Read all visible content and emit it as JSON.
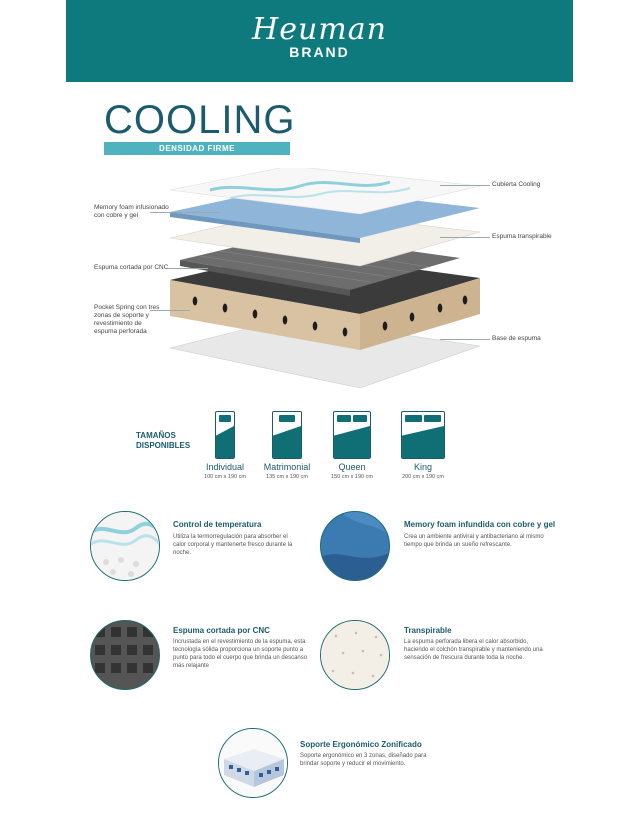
{
  "header": {
    "brand_script": "Heuman",
    "brand_word": "BRAND"
  },
  "title": "COOLING",
  "subtitle": "DENSIDAD FIRME",
  "colors": {
    "teal_dark": "#0f7a7e",
    "teal_light": "#4fb3bf",
    "text_dark": "#1b5b6d"
  },
  "layers": {
    "left": [
      "Memory foam infusionado con cobre y gel",
      "Espuma cortada por CNC",
      "Pocket Spring con tres zonas de soporte y revestimiento de espuma perforada"
    ],
    "right": [
      "Cubierta Cooling",
      "Espuma transpirable",
      "Base de espuma"
    ]
  },
  "sizes": {
    "title": "TAMAÑOS DISPONIBLES",
    "items": [
      {
        "name": "Individual",
        "dim": "100 cm x 190 cm"
      },
      {
        "name": "Matrimonial",
        "dim": "135 cm x 190 cm"
      },
      {
        "name": "Queen",
        "dim": "150 cm x 190 cm"
      },
      {
        "name": "King",
        "dim": "200 cm x 190 cm"
      }
    ]
  },
  "features": [
    {
      "title": "Control de temperatura",
      "text": "Utiliza la termorregulación para absorber el calor corporal y mantenerte fresco durante la noche."
    },
    {
      "title": "Memory foam infundida con cobre y gel",
      "text": "Crea un ambiente antiviral y antibacteriano al mismo tiempo que brinda un sueño refrescante."
    },
    {
      "title": "Espuma cortada por CNC",
      "text": "Incrustada en el revestimiento de la espuma, esta tecnología sólida proporciona un soporte punto a punto para todo el cuerpo que brinda un descanso más relajante"
    },
    {
      "title": "Transpirable",
      "text": "La espuma perforada libera el calor absorbido, haciendo el colchón transpirable y manteniendo una sensación de frescura durante toda la noche."
    },
    {
      "title": "Soporte Ergonómico Zonificado",
      "text": "Soporte ergonómico en 3 zonas, diseñado para brindar soporte y reducir el movimiento."
    }
  ]
}
